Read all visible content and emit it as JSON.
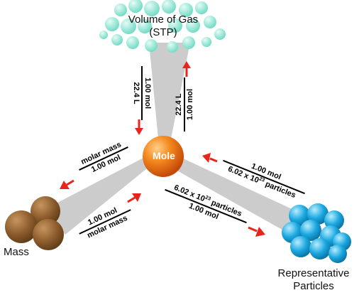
{
  "nodes": {
    "gas_line1": "Volume of Gas",
    "gas_line2": "(STP)",
    "mole": "Mole",
    "mass": "Mass",
    "particles_line1": "Representative",
    "particles_line2": "Particles"
  },
  "conversions": {
    "mole_to_gas": {
      "numerator": "22.4 L",
      "denominator": "1.00 mol"
    },
    "gas_to_mole": {
      "numerator": "1.00 mol",
      "denominator": "22.4 L"
    },
    "mole_to_mass": {
      "numerator": "molar mass",
      "denominator": "1.00 mol"
    },
    "mass_to_mole": {
      "numerator": "1.00 mol",
      "denominator": "molar mass"
    },
    "particles_to_mole": {
      "numerator": "1.00 mol",
      "denominator_base": "6.02 x 10",
      "denominator_exp": "23",
      "denominator_unit": " particles"
    },
    "mole_to_particles": {
      "numerator_base": "6.02 x 10",
      "numerator_exp": "23",
      "numerator_unit": " particles",
      "denominator": "1.00 mol"
    }
  },
  "colors": {
    "gas": "#7fe3cf",
    "mole": "#f07a1c",
    "mass": "#8a5a2b",
    "particles": "#19a6dd",
    "arrow": "#e8241c",
    "band": "#c9c9c9"
  }
}
